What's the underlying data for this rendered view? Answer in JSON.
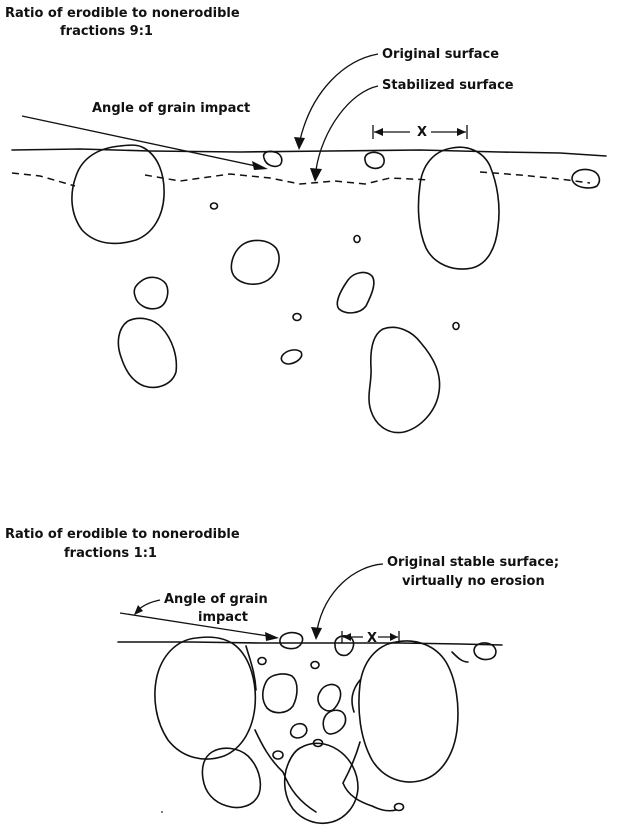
{
  "top_panel": {
    "title_line1": "Ratio of erodible to nonerodible",
    "title_line2": "fractions 9:1",
    "label_original_surface": "Original surface",
    "label_stabilized_surface": "Stabilized surface",
    "label_angle": "Angle of grain impact",
    "label_x": "X"
  },
  "bottom_panel": {
    "title_line1": "Ratio of erodible to nonerodible",
    "title_line2": "fractions 1:1",
    "label_original_line1": "Original stable surface;",
    "label_original_line2": "virtually no erosion",
    "label_angle_line1": "Angle of grain",
    "label_angle_line2": "impact",
    "label_x": "X"
  }
}
